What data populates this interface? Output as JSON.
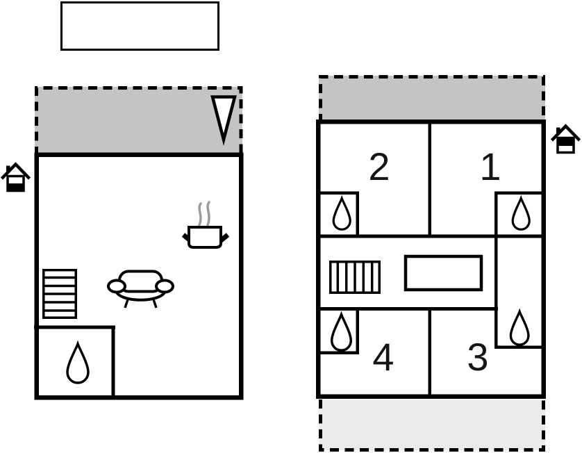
{
  "document_type": "vacation-home-floor-plan",
  "colors": {
    "water": "#b5f3f5",
    "terrace_top": "#c4c4c4",
    "terrace_bottom": "#ebebeb",
    "steam": "#9b9b9b",
    "outline": "#000000",
    "background": "#ffffff"
  },
  "icons": {
    "pool": "pool-rectangle",
    "entrance_direction": "triangle-down-icon",
    "ground_floor_marker": "house-ground-floor-icon",
    "upper_floor_marker": "house-upper-floor-icon",
    "kitchen": "cooking-pot-icon",
    "living_area": "sofa-icon",
    "stairs": "stairs-icon",
    "water_point": "water-drop-icon",
    "furniture": "table-rectangle"
  },
  "upper_floor": {
    "rooms": [
      {
        "label": "2"
      },
      {
        "label": "1"
      },
      {
        "label": "4"
      },
      {
        "label": "3"
      }
    ]
  }
}
